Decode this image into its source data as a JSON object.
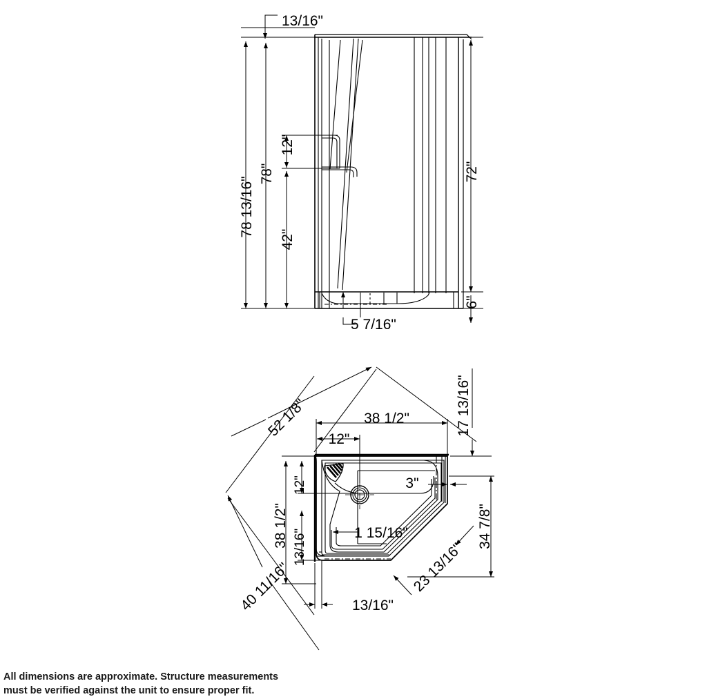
{
  "drawing": {
    "title": "Neo-Angle Shower Enclosure Dimensioned Drawing",
    "line_color": "#000000",
    "background": "#ffffff"
  },
  "elevation_view": {
    "name": "front-elevation",
    "dimensions": {
      "wall_thickness_top": "13/16\"",
      "overall_height": "78 13/16\"",
      "unit_height": "78\"",
      "seat_shelf_top": "42\"",
      "shelf_opening": "12\"",
      "door_height": "72\"",
      "base_height": "6\"",
      "base_offset": "5 7/16\""
    }
  },
  "plan_view": {
    "name": "top-plan",
    "dimensions": {
      "diagonal_overall": "52 1/8\"",
      "front_width": "38 1/2\"",
      "corner_offset": "12\"",
      "right_diagonal": "17 13/16\"",
      "side_depth": "38 1/2\"",
      "left_offset": "12\"",
      "left_wall_thickness": "13/16\"",
      "diagonal_left": "40 11/16\"",
      "threshold_thickness": "13/16\"",
      "interior_offset": "1 15/16\"",
      "right_wall_offset": "3\"",
      "right_depth": "34 7/8\"",
      "front_diagonal": "23 13/16\""
    }
  },
  "footer": {
    "line1": "All dimensions are approximate. Structure measurements",
    "line2": "must be verified against the unit to ensure proper fit."
  }
}
